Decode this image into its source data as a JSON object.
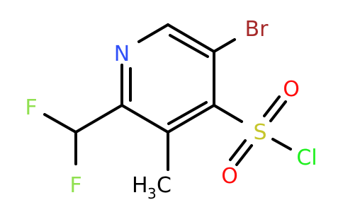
{
  "colors": {
    "bond": "#000000",
    "nitrogen": "#3050F8",
    "bromine": "#A62929",
    "fluorine": "#90E050",
    "chlorine": "#1FF01F",
    "sulfur": "#C6C62C",
    "oxygen": "#FF0D0D",
    "carbon_label": "#000000",
    "background": "#FFFFFF"
  },
  "atoms": {
    "n": "N",
    "br": "Br",
    "f1": "F",
    "f2": "F",
    "s": "S",
    "o1": "O",
    "o2": "O",
    "cl": "Cl",
    "methyl_h": "H",
    "methyl_sub": "3",
    "methyl_c": "C"
  }
}
